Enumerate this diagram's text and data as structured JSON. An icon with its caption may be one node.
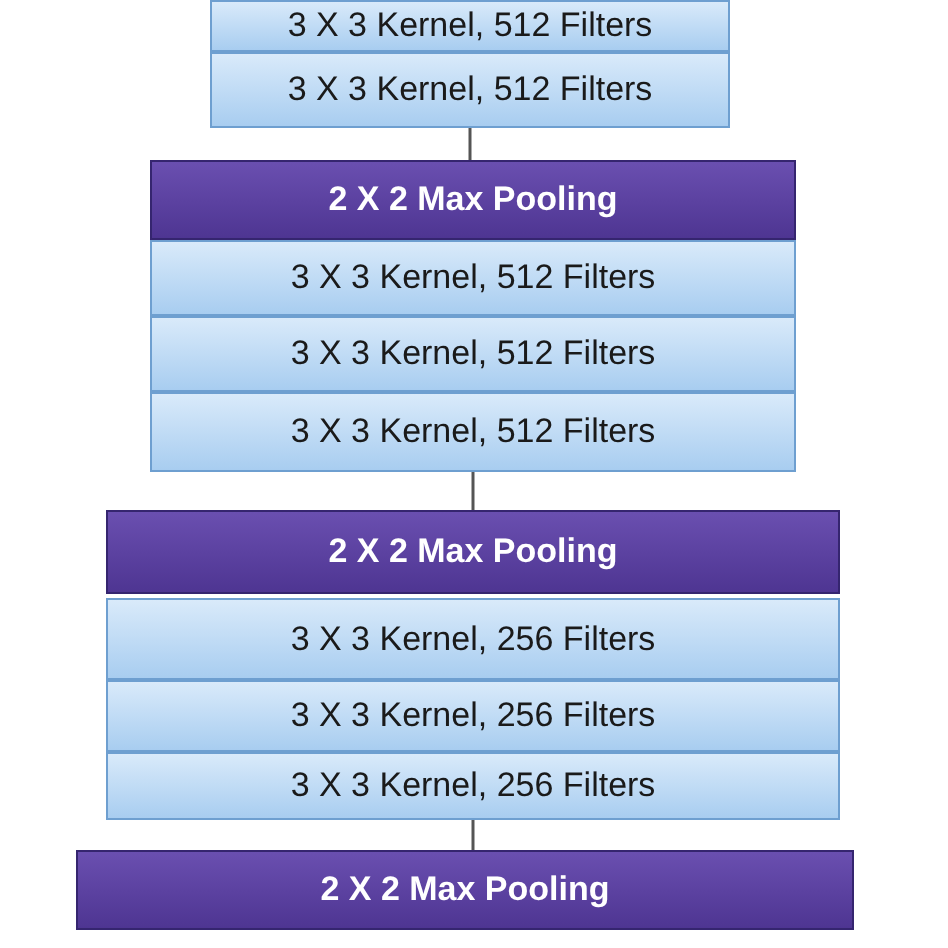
{
  "diagram": {
    "nodes": [
      {
        "text": [
          "3 X 3 Kernel, 512 Filters"
        ]
      },
      {
        "text": [
          "3 X 3 Kernel, 512 Filters"
        ]
      },
      {
        "text": [
          "2 X 2 Max Pooling"
        ]
      },
      {
        "text": [
          "3 X 3 Kernel, 512 Filters"
        ]
      },
      {
        "text": [
          "3 X 3 Kernel, 512 Filters"
        ]
      },
      {
        "text": [
          "3 X 3 Kernel, 512 Filters"
        ]
      },
      {
        "text": [
          "2 X 2 Max Pooling"
        ]
      },
      {
        "text": [
          "3 X 3 Kernel, 256 Filters"
        ]
      },
      {
        "text": [
          "3 X 3 Kernel, 256 Filters"
        ]
      },
      {
        "text": [
          "3 X 3 Kernel, 256 Filters"
        ]
      },
      {
        "text": [
          "2 X 2 Max Pooling"
        ]
      }
    ],
    "edges": [
      {
        "from": 1,
        "to": 2,
        "arrow": "none"
      },
      {
        "from": 5,
        "to": 6,
        "arrow": "none"
      },
      {
        "from": 9,
        "to": 10,
        "arrow": "none"
      }
    ]
  }
}
